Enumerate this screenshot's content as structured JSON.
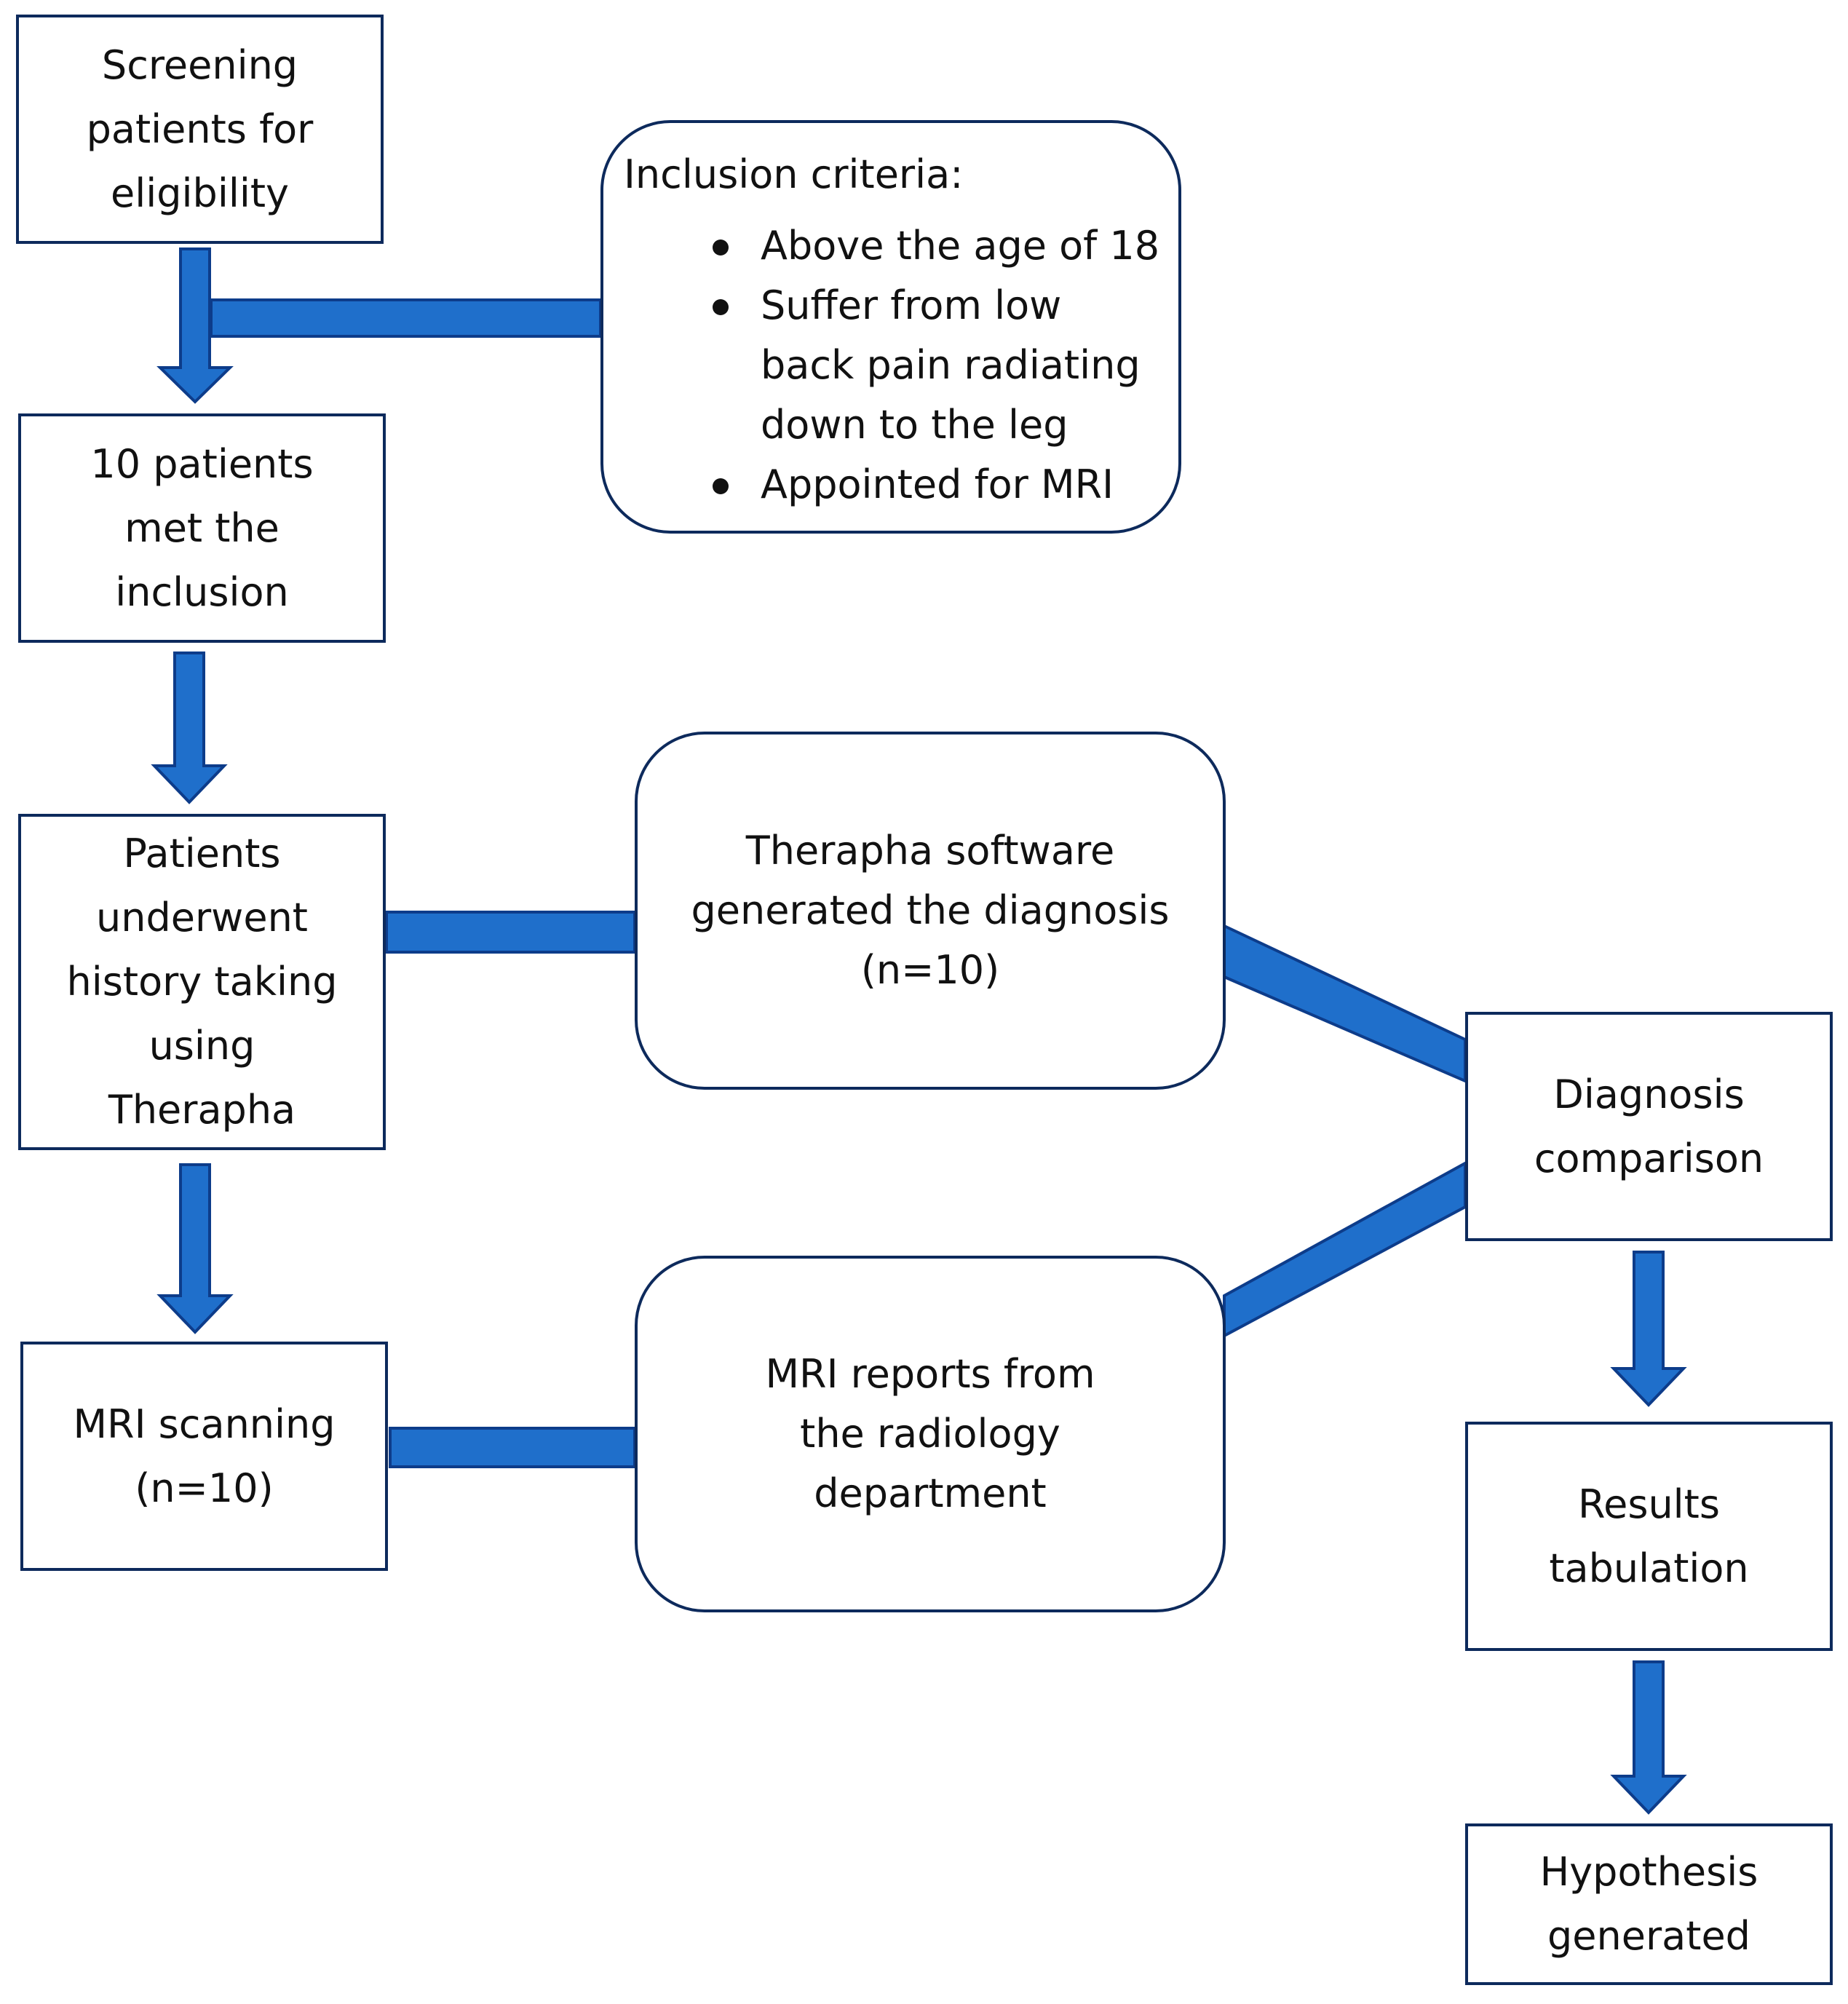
{
  "colors": {
    "connector": "#1f6fcb",
    "connector_outline": "#0d3c8a",
    "box_border": "#0d2a5c",
    "text": "#111111"
  },
  "nodes": {
    "screening": {
      "lines": [
        "Screening",
        "patients for",
        "eligibility"
      ]
    },
    "criteria": {
      "title": "Inclusion criteria:",
      "bullets": [
        {
          "lines": [
            "Above the age of 18"
          ]
        },
        {
          "lines": [
            "Suffer from low",
            "back pain radiating",
            "down to the leg"
          ]
        },
        {
          "lines": [
            "Appointed for MRI"
          ]
        }
      ]
    },
    "met": {
      "lines": [
        "10 patients",
        "met the",
        "inclusion"
      ]
    },
    "history": {
      "lines": [
        "Patients",
        "underwent",
        "history taking",
        "using",
        "Therapha"
      ]
    },
    "software": {
      "lines": [
        "Therapha software",
        "generated the diagnosis",
        "(n=10)"
      ]
    },
    "comparison": {
      "lines": [
        "Diagnosis",
        "comparison"
      ]
    },
    "mri": {
      "lines": [
        "MRI scanning",
        "(n=10)"
      ]
    },
    "reports": {
      "lines": [
        "MRI reports from",
        "the radiology",
        "department"
      ]
    },
    "tabulation": {
      "lines": [
        "Results",
        "tabulation"
      ]
    },
    "hypothesis": {
      "lines": [
        "Hypothesis",
        "generated"
      ]
    }
  }
}
